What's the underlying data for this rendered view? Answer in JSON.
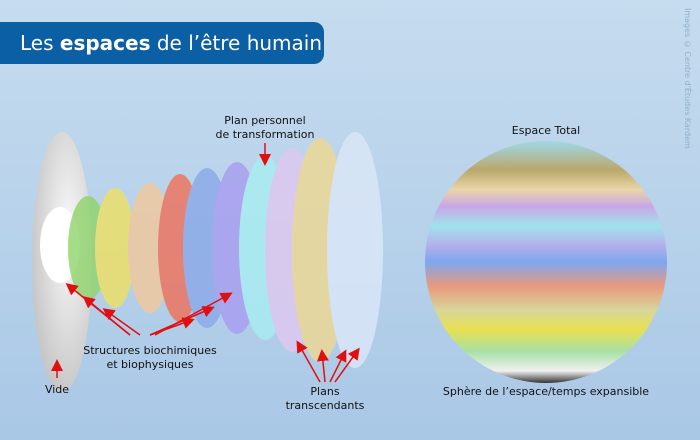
{
  "title": {
    "pre": "Les ",
    "bold": "espaces",
    "post": " de l’être humain"
  },
  "credit": "Images © Centre d'Études Kardem",
  "labels": {
    "plan_personnel": "Plan personnel",
    "plan_personnel_2": "de transformation",
    "espace_total": "Espace Total",
    "structures": "Structures biochimiques",
    "structures_2": "et biophysiques",
    "vide": "Vide",
    "plans": "Plans",
    "plans_2": "transcendants",
    "sphere": "Sphère de l’espace/temps expansible"
  },
  "colors": {
    "title_bg": "#0b5fa5",
    "arrow": "#e01010"
  }
}
